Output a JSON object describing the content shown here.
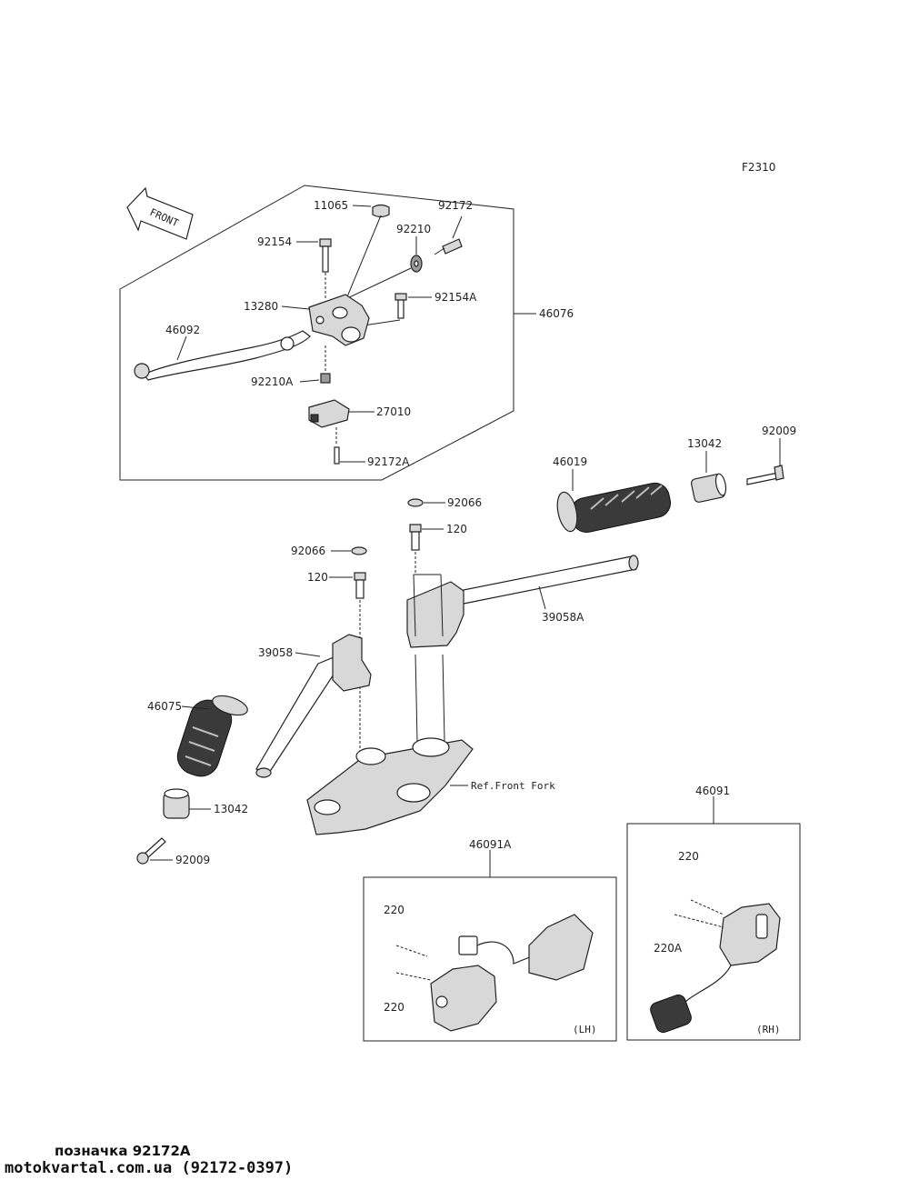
{
  "figure_code": "F2310",
  "front_arrow_label": "FRONT",
  "part_labels": [
    {
      "id": "lbl-11065",
      "text": "11065"
    },
    {
      "id": "lbl-92172",
      "text": "92172"
    },
    {
      "id": "lbl-92210",
      "text": "92210"
    },
    {
      "id": "lbl-92154",
      "text": "92154"
    },
    {
      "id": "lbl-92154a",
      "text": "92154A"
    },
    {
      "id": "lbl-13280",
      "text": "13280"
    },
    {
      "id": "lbl-46076",
      "text": "46076"
    },
    {
      "id": "lbl-46092",
      "text": "46092"
    },
    {
      "id": "lbl-92210a",
      "text": "92210A"
    },
    {
      "id": "lbl-27010",
      "text": "27010"
    },
    {
      "id": "lbl-92172a",
      "text": "92172A"
    },
    {
      "id": "lbl-46019",
      "text": "46019"
    },
    {
      "id": "lbl-13042-top",
      "text": "13042"
    },
    {
      "id": "lbl-92009-top",
      "text": "92009"
    },
    {
      "id": "lbl-92066-right",
      "text": "92066"
    },
    {
      "id": "lbl-120-right",
      "text": "120"
    },
    {
      "id": "lbl-92066-left",
      "text": "92066"
    },
    {
      "id": "lbl-120-left",
      "text": "120"
    },
    {
      "id": "lbl-39058a",
      "text": "39058A"
    },
    {
      "id": "lbl-39058",
      "text": "39058"
    },
    {
      "id": "lbl-46075",
      "text": "46075"
    },
    {
      "id": "lbl-ref-front-fork",
      "text": "Ref.Front Fork"
    },
    {
      "id": "lbl-13042-bottom",
      "text": "13042"
    },
    {
      "id": "lbl-92009-bottom",
      "text": "92009"
    },
    {
      "id": "lbl-46091",
      "text": "46091"
    },
    {
      "id": "lbl-46091a",
      "text": "46091A"
    },
    {
      "id": "lbl-220-lh-top",
      "text": "220"
    },
    {
      "id": "lbl-220-lh-bottom",
      "text": "220"
    },
    {
      "id": "lbl-220-rh",
      "text": "220"
    },
    {
      "id": "lbl-220a-rh",
      "text": "220A"
    }
  ],
  "side_labels": {
    "left": "(LH)",
    "right": "(RH)"
  },
  "caption": "позначка 92172A",
  "source_line": "motokvartal.com.ua (92172-0397)"
}
